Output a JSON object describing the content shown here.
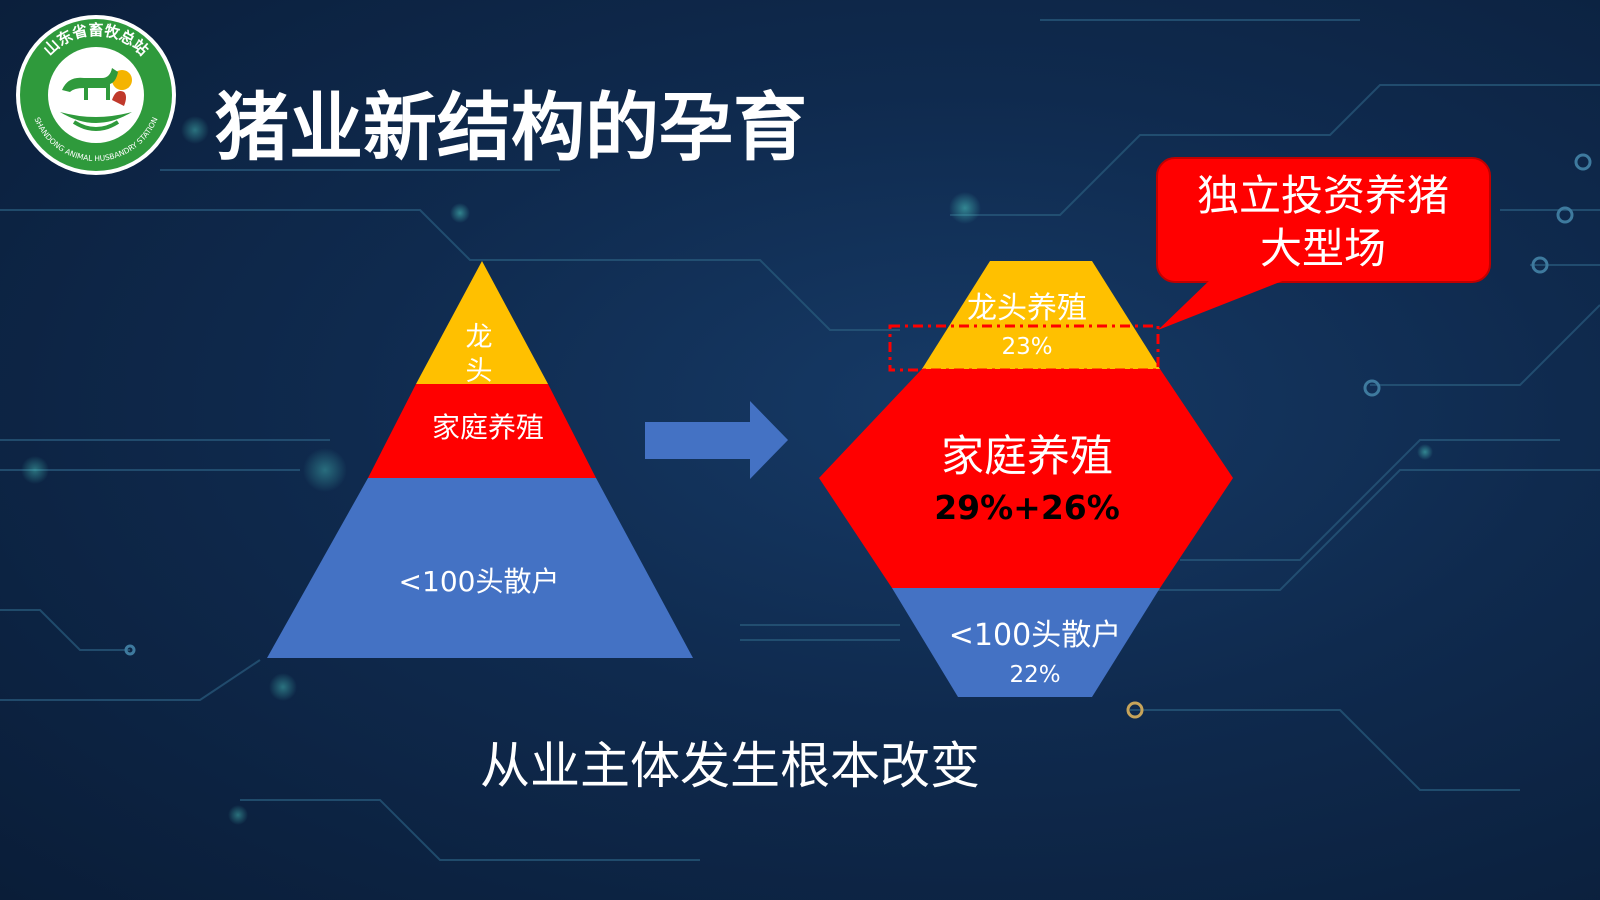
{
  "slide": {
    "title": "猪业新结构的孕育",
    "caption": "从业主体发生根本改变"
  },
  "logo": {
    "text_top": "山东省畜牧总站",
    "text_bottom": "SHANDONG ANIMAL HUSBANDRY STATION"
  },
  "left_pyramid": {
    "top_label_line1": "龙",
    "top_label_line2": "头",
    "middle_label": "家庭养殖",
    "bottom_label": "<100头散户"
  },
  "right_shape": {
    "top_label": "龙头养殖",
    "top_value": "23%",
    "middle_label": "家庭养殖",
    "middle_value": "29%+26%",
    "bottom_label": "<100头散户",
    "bottom_value": "22%"
  },
  "callout": {
    "line1": "独立投资养猪",
    "line2": "大型场"
  },
  "colors": {
    "top_tier": "#ffc000",
    "middle_tier": "#ff0000",
    "bottom_tier": "#4472c4",
    "arrow": "#4472c4",
    "callout_bg": "#ff0000",
    "logo_green": "#2f9a3c"
  }
}
